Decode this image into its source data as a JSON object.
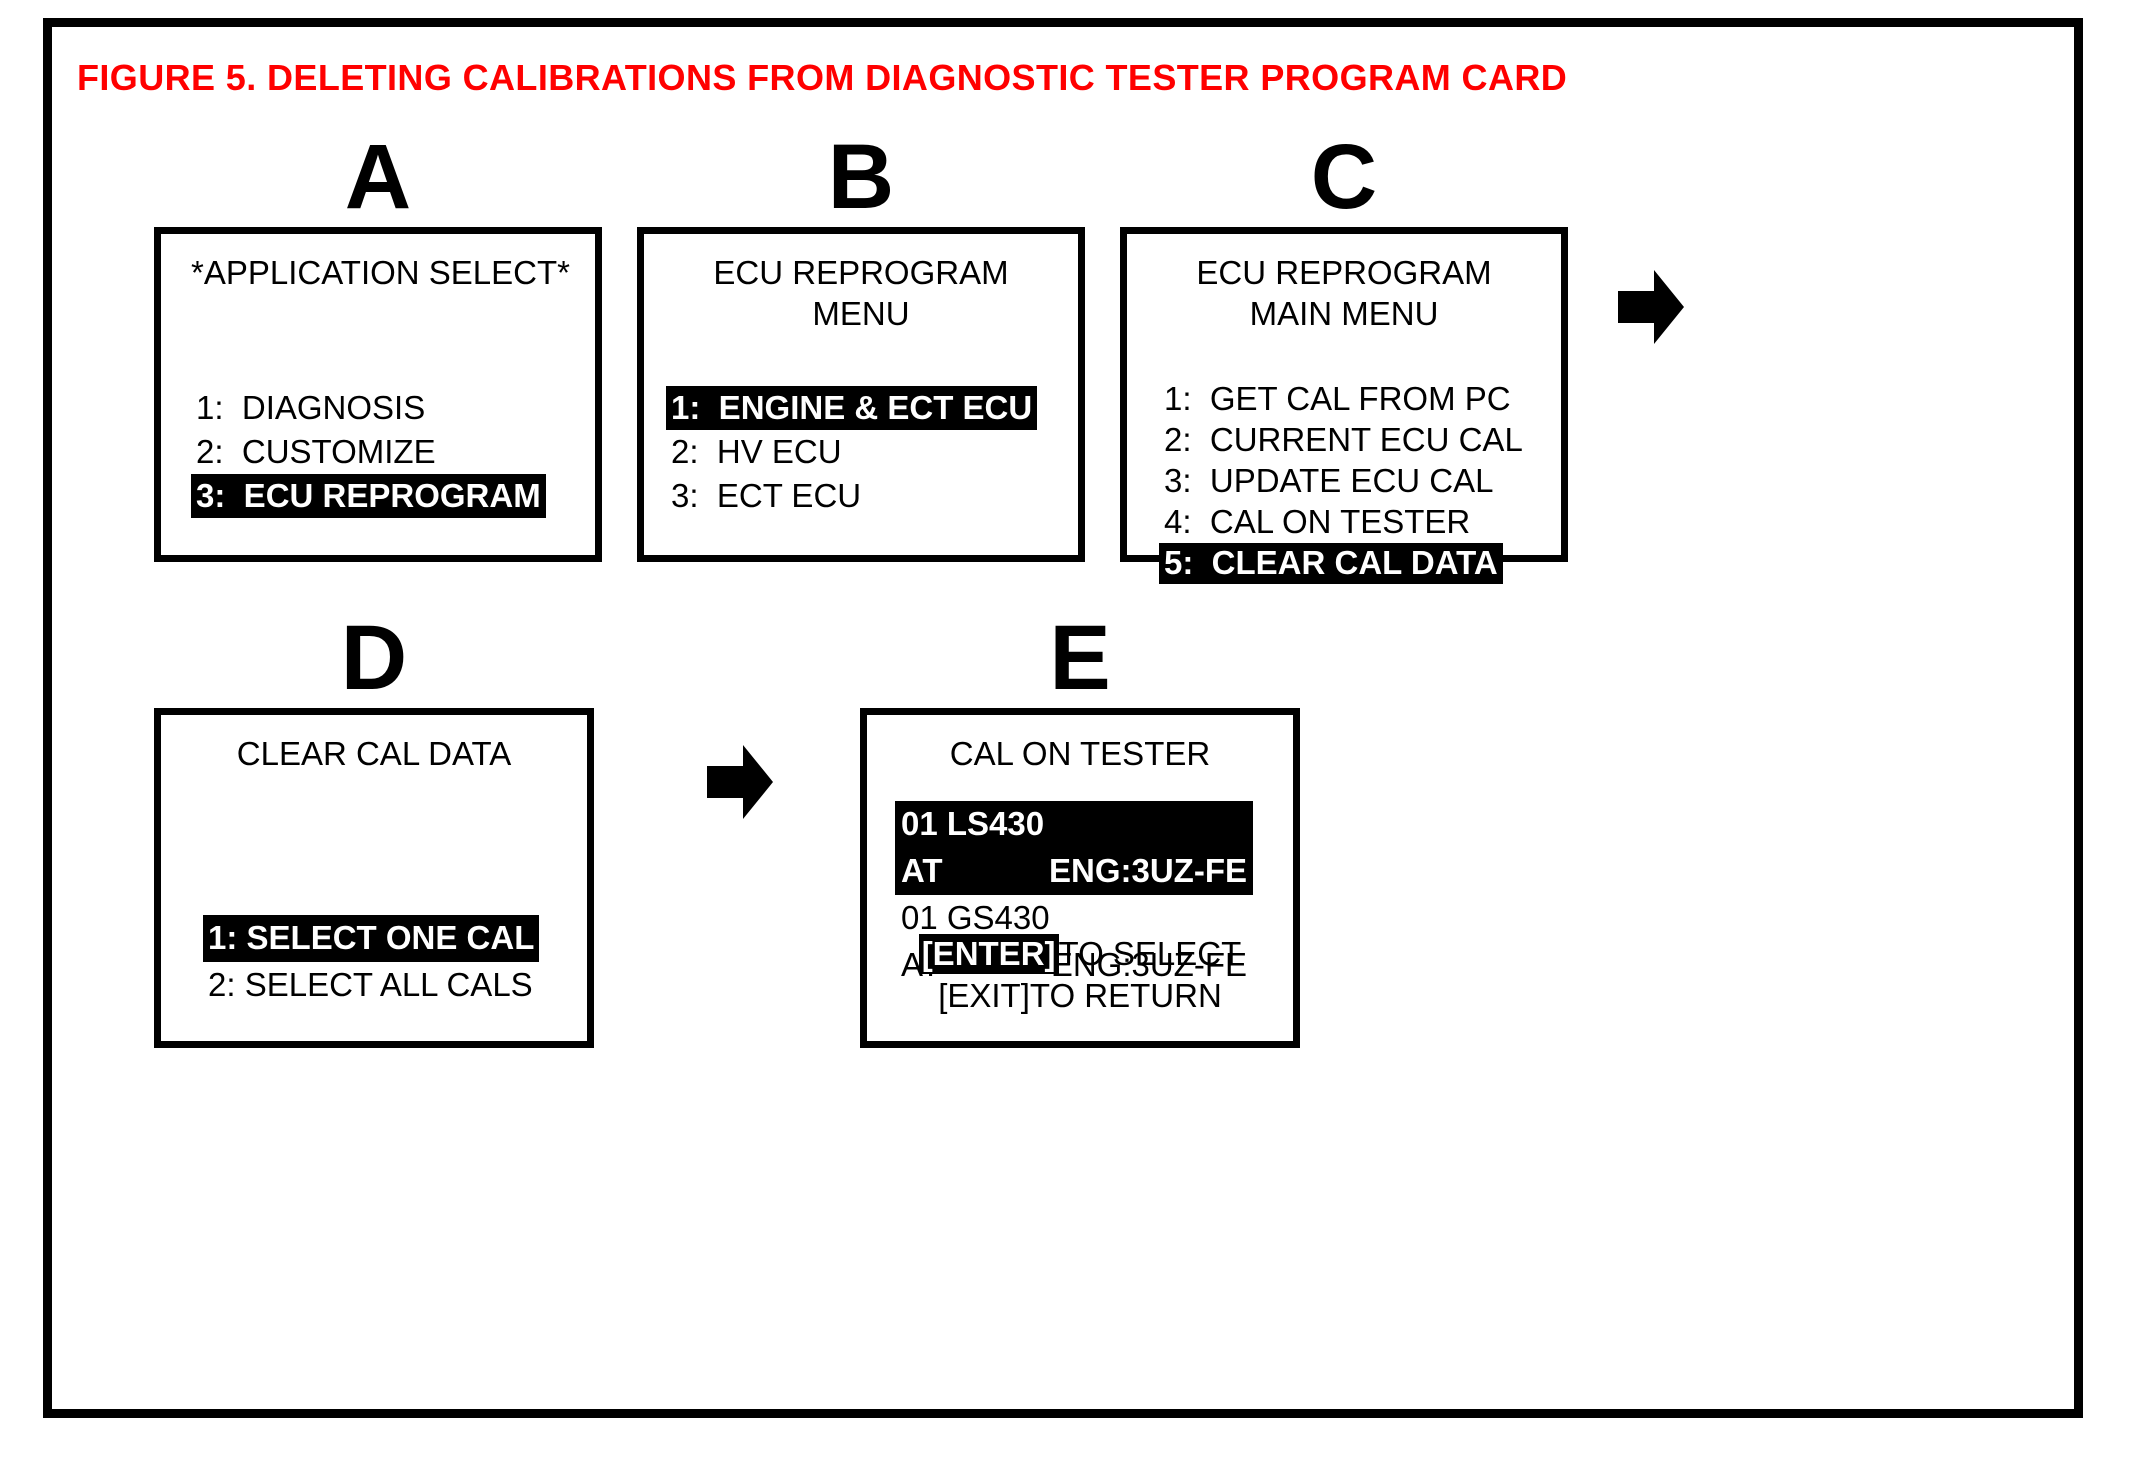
{
  "figure": {
    "title": "FIGURE 5.  DELETING CALIBRATIONS FROM DIAGNOSTIC TESTER PROGRAM CARD",
    "title_color": "#FF0000",
    "frame_color": "#000000",
    "background_color": "#FFFFFF"
  },
  "panels": {
    "a": {
      "letter": "A",
      "header": "*APPLICATION SELECT*",
      "items": [
        {
          "label": "1:  DIAGNOSIS",
          "highlighted": false
        },
        {
          "label": "2:  CUSTOMIZE",
          "highlighted": false
        },
        {
          "label": "3:  ECU REPROGRAM",
          "highlighted": true
        }
      ]
    },
    "b": {
      "letter": "B",
      "header": "ECU REPROGRAM\nMENU",
      "items": [
        {
          "label": "1:  ENGINE & ECT ECU",
          "highlighted": true
        },
        {
          "label": "2:  HV ECU",
          "highlighted": false
        },
        {
          "label": "3:  ECT ECU",
          "highlighted": false
        }
      ]
    },
    "c": {
      "letter": "C",
      "header": "ECU REPROGRAM\nMAIN MENU",
      "items": [
        {
          "label": "1:  GET CAL FROM PC",
          "highlighted": false
        },
        {
          "label": "2:  CURRENT ECU CAL",
          "highlighted": false
        },
        {
          "label": "3:  UPDATE ECU CAL",
          "highlighted": false
        },
        {
          "label": "4:  CAL ON TESTER",
          "highlighted": false
        },
        {
          "label": "5:  CLEAR CAL DATA",
          "highlighted": true
        }
      ]
    },
    "d": {
      "letter": "D",
      "header": "CLEAR CAL DATA",
      "items": [
        {
          "label": "1: SELECT ONE CAL",
          "highlighted": true
        },
        {
          "label": "2: SELECT ALL CALS",
          "highlighted": false
        }
      ]
    },
    "e": {
      "letter": "E",
      "header": "CAL ON TESTER",
      "entries": [
        {
          "line1": "01 LS430",
          "trans": "AT",
          "engine": "ENG:3UZ-FE",
          "highlighted": true
        },
        {
          "line1": "01 GS430",
          "trans": "AT",
          "engine": "ENG:3UZ-FE",
          "highlighted": false
        }
      ],
      "footer": {
        "enter_key": "[ENTER]",
        "enter_action": "TO SELECT",
        "exit_key": "[EXIT]",
        "exit_action": "TO RETURN"
      }
    }
  },
  "arrows": [
    {
      "name": "arrow-a-to-b"
    },
    {
      "name": "arrow-b-to-c"
    },
    {
      "name": "arrow-c-to-d"
    },
    {
      "name": "arrow-d-to-e"
    }
  ]
}
